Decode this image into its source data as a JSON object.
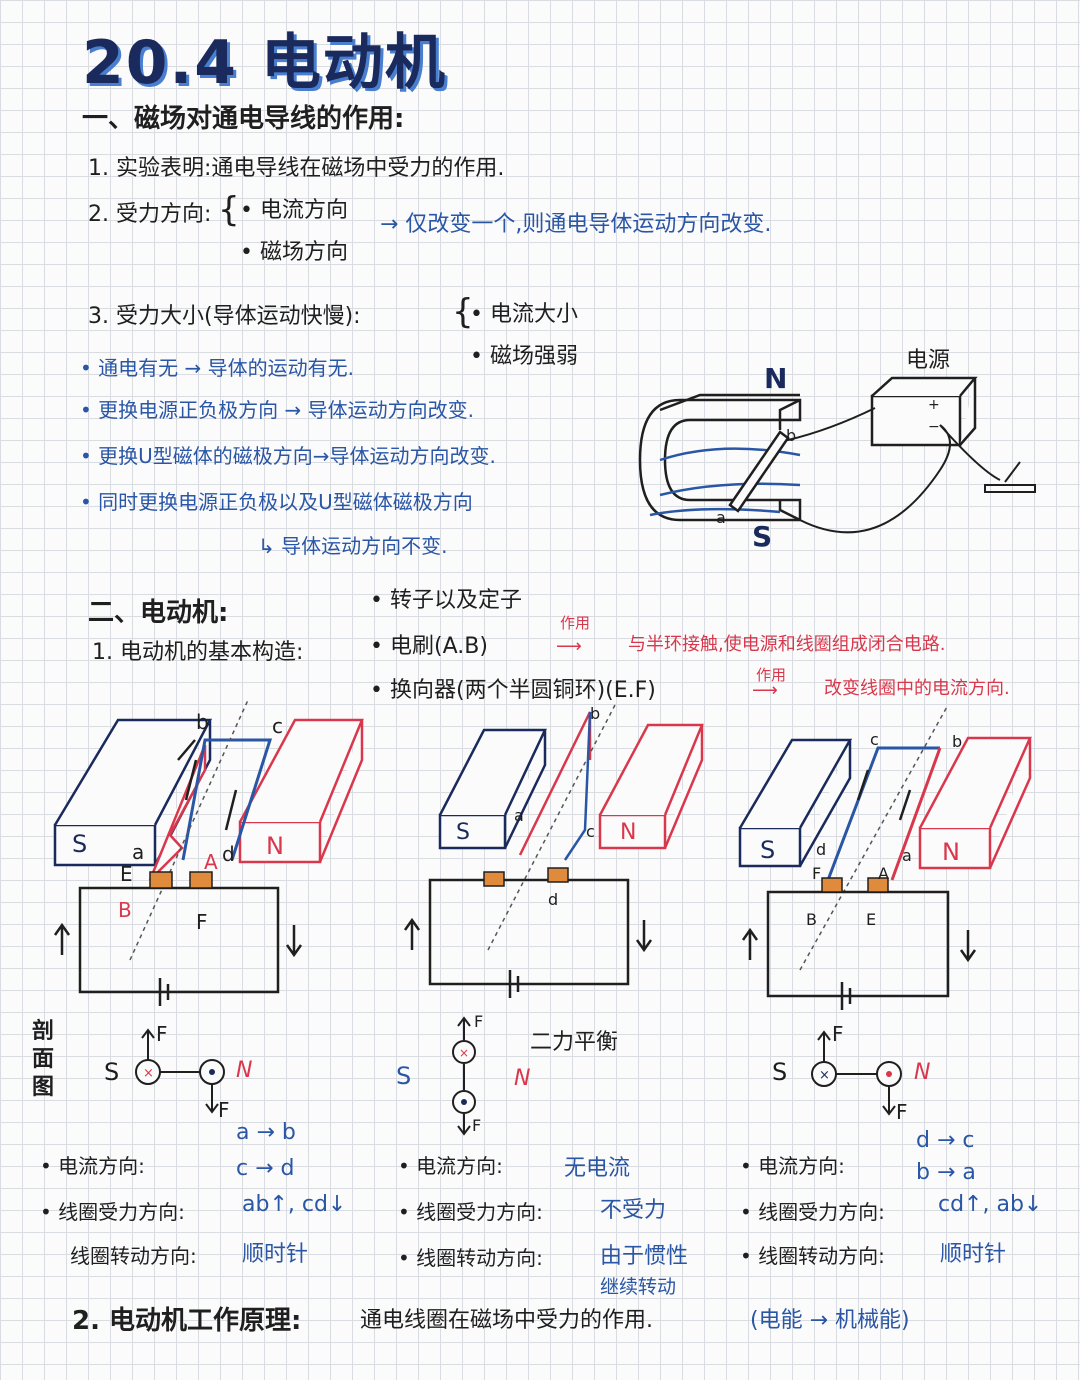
{
  "title": "20.4 电动机",
  "section1": {
    "heading": "一、磁场对通电导线的作用:",
    "item1": "1. 实验表明:通电导线在磁场中受力的作用.",
    "item2_label": "2. 受力方向:",
    "item2_opt1": "电流方向",
    "item2_opt2": "磁场方向",
    "item2_note": "→ 仅改变一个,则通电导体运动方向改变.",
    "item3_label": "3. 受力大小(导体运动快慢):",
    "item3_opt1": "电流大小",
    "item3_opt2": "磁场强弱",
    "bullets": [
      "通电有无 → 导体的运动有无.",
      "更换电源正负极方向 → 导体运动方向改变.",
      "更换U型磁体的磁极方向→导体运动方向改变.",
      "同时更换电源正负极以及U型磁体磁极方向"
    ],
    "bullet4_result": "↳ 导体运动方向不变.",
    "diagram": {
      "n": "N",
      "s": "S",
      "power": "电源",
      "a": "a",
      "b": "b"
    }
  },
  "section2": {
    "heading": "二、电动机:",
    "item1": "1. 电动机的基本构造:",
    "parts": [
      "转子以及定子",
      "电刷(A.B)",
      "换向器(两个半圆铜环)(E.F)"
    ],
    "action": "作用",
    "part2_note": "与半环接触,使电源和线圈组成闭合电路.",
    "part3_note": "改变线圈中的电流方向."
  },
  "figures": [
    {
      "side_label": "剖面图",
      "S": "S",
      "N": "N",
      "F": "F",
      "rows": [
        {
          "label": "电流方向:",
          "value": "a → b"
        },
        {
          "label": "",
          "value": "c → d"
        },
        {
          "label": "线圈受力方向:",
          "value": "ab↑, cd↓"
        },
        {
          "label": "线圈转动方向:",
          "value": "顺时针"
        }
      ],
      "letters": {
        "a": "a",
        "b": "b",
        "c": "c",
        "d": "d",
        "E": "E",
        "A": "A",
        "B": "B",
        "F": "F"
      }
    },
    {
      "balance": "二力平衡",
      "S": "S",
      "N": "N",
      "F": "F",
      "rows": [
        {
          "label": "电流方向:",
          "value": "无电流"
        },
        {
          "label": "线圈受力方向:",
          "value": "不受力"
        },
        {
          "label": "线圈转动方向:",
          "value": "由于惯性"
        },
        {
          "label": "",
          "value": "继续转动"
        }
      ],
      "letters": {
        "a": "a",
        "b": "b",
        "c": "c",
        "d": "d"
      }
    },
    {
      "S": "S",
      "N": "N",
      "F": "F",
      "rows": [
        {
          "label": "电流方向:",
          "value": "d → c"
        },
        {
          "label": "",
          "value": "b → a"
        },
        {
          "label": "线圈受力方向:",
          "value": "cd↑, ab↓"
        },
        {
          "label": "线圈转动方向:",
          "value": "顺时针"
        }
      ],
      "letters": {
        "a": "a",
        "b": "b",
        "c": "c",
        "d": "d",
        "E": "E",
        "A": "A",
        "B": "B",
        "F": "F"
      }
    }
  ],
  "principle": {
    "label": "2. 电动机工作原理:",
    "text": "通电线圈在磁场中受力的作用.",
    "energy": "(电能 → 机械能)"
  },
  "colors": {
    "ink": "#1f1f1f",
    "blue": "#2a56a6",
    "red": "#d9384c",
    "grid": "#d9dce0"
  }
}
